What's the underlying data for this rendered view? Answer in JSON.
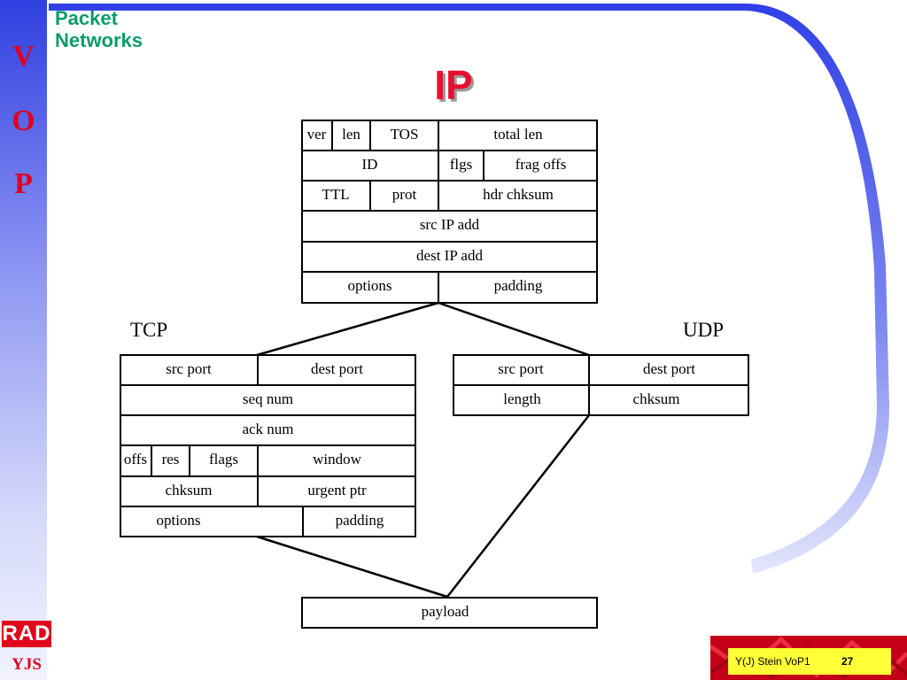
{
  "sidebar": {
    "letters": [
      "V",
      "O",
      "P"
    ]
  },
  "section_title_line1": "Packet",
  "section_title_line2": "Networks",
  "title": "IP",
  "ip_header": {
    "row1": [
      "ver",
      "len",
      "TOS",
      "total len"
    ],
    "row2": [
      "ID",
      "flgs",
      "frag offs"
    ],
    "row3": [
      "TTL",
      "prot",
      "hdr chksum"
    ],
    "row4": [
      "src IP add"
    ],
    "row5": [
      "dest IP add"
    ],
    "row6": [
      "options",
      "padding"
    ]
  },
  "tcp_label": "TCP",
  "udp_label": "UDP",
  "tcp_header": {
    "row1": [
      "src port",
      "dest port"
    ],
    "row2": [
      "seq num"
    ],
    "row3": [
      "ack num"
    ],
    "row4": [
      "offs",
      "res",
      "flags",
      "window"
    ],
    "row5": [
      "chksum",
      "urgent ptr"
    ],
    "row6": [
      "options",
      "padding"
    ]
  },
  "udp_header": {
    "row1": [
      "src port",
      "dest port"
    ],
    "row2": [
      "length",
      "chksum"
    ]
  },
  "payload_label": "payload",
  "logo": "RAD",
  "author_initials": "YJS",
  "footer": {
    "text": "Y(J) Stein VoP1",
    "page_number": "27"
  }
}
